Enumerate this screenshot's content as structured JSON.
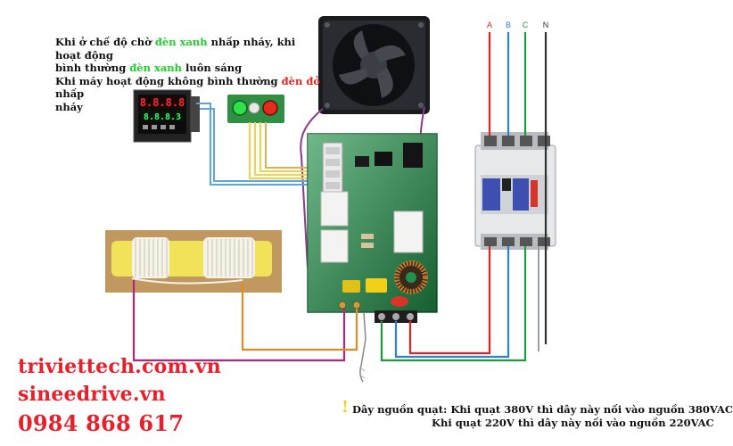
{
  "note": {
    "line1_a": "Khi ở chế độ chờ ",
    "line1_green": "đèn xanh",
    "line1_b": " nhấp nháy, khi hoạt động",
    "line2_a": "bình thường ",
    "line2_green": "đèn xanh",
    "line2_b": " luôn sáng",
    "line3_a": "Khi máy hoạt động không bình thường ",
    "line3_red": "đèn đỏ",
    "line3_b": " nhấp",
    "line4": "nháy"
  },
  "controller": {
    "display_top": "8.8.8.8",
    "display_bottom": "8.8.8.3"
  },
  "breaker": {
    "phases": [
      "A",
      "B",
      "C",
      "N"
    ]
  },
  "branding": {
    "site1": "triviettech.com.vn",
    "site2": "sineedrive.vn",
    "phone": "0984 868 617"
  },
  "fan_power_note": {
    "icon": "warning-mark",
    "line1": "Dây nguồn quạt: Khi quạt 380V thì dây này nối vào nguồn 380VAC",
    "line2": "Khi quạt 220V thì dây này nối vào nguồn 220VAC"
  },
  "colors": {
    "wire_A": "#e0231c",
    "wire_B": "#2f7fe0",
    "wire_C": "#1d9a3a",
    "wire_N": "#333333",
    "wire_coil": "#b0287a",
    "wire_orange": "#e08a2a",
    "wire_signal_yellow": "#efd34a",
    "wire_signal_blue": "#5aa6e0",
    "pcb": "#1f8a3e",
    "brand_red": "#e8202a"
  }
}
